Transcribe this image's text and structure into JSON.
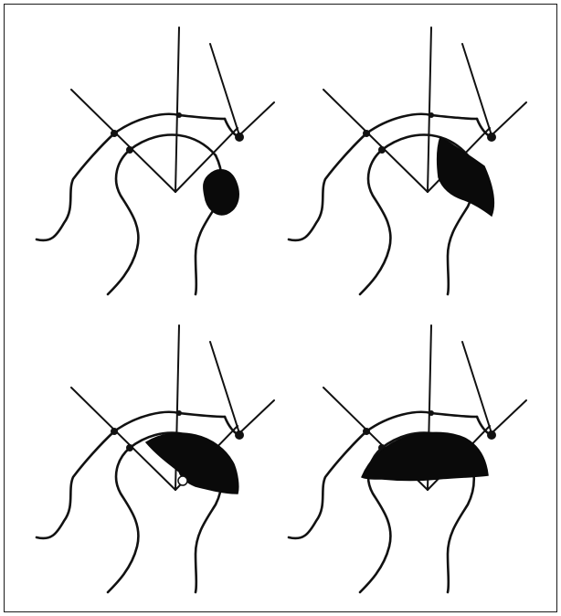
{
  "figure": {
    "panels": [
      {
        "id": "top-left",
        "lesion_stage": 1
      },
      {
        "id": "top-right",
        "lesion_stage": 2
      },
      {
        "id": "bottom-left",
        "lesion_stage": 3
      },
      {
        "id": "bottom-right",
        "lesion_stage": 4
      }
    ],
    "colors": {
      "ink": "#111111",
      "fill": "#0a0a0a",
      "background": "#ffffff"
    }
  }
}
